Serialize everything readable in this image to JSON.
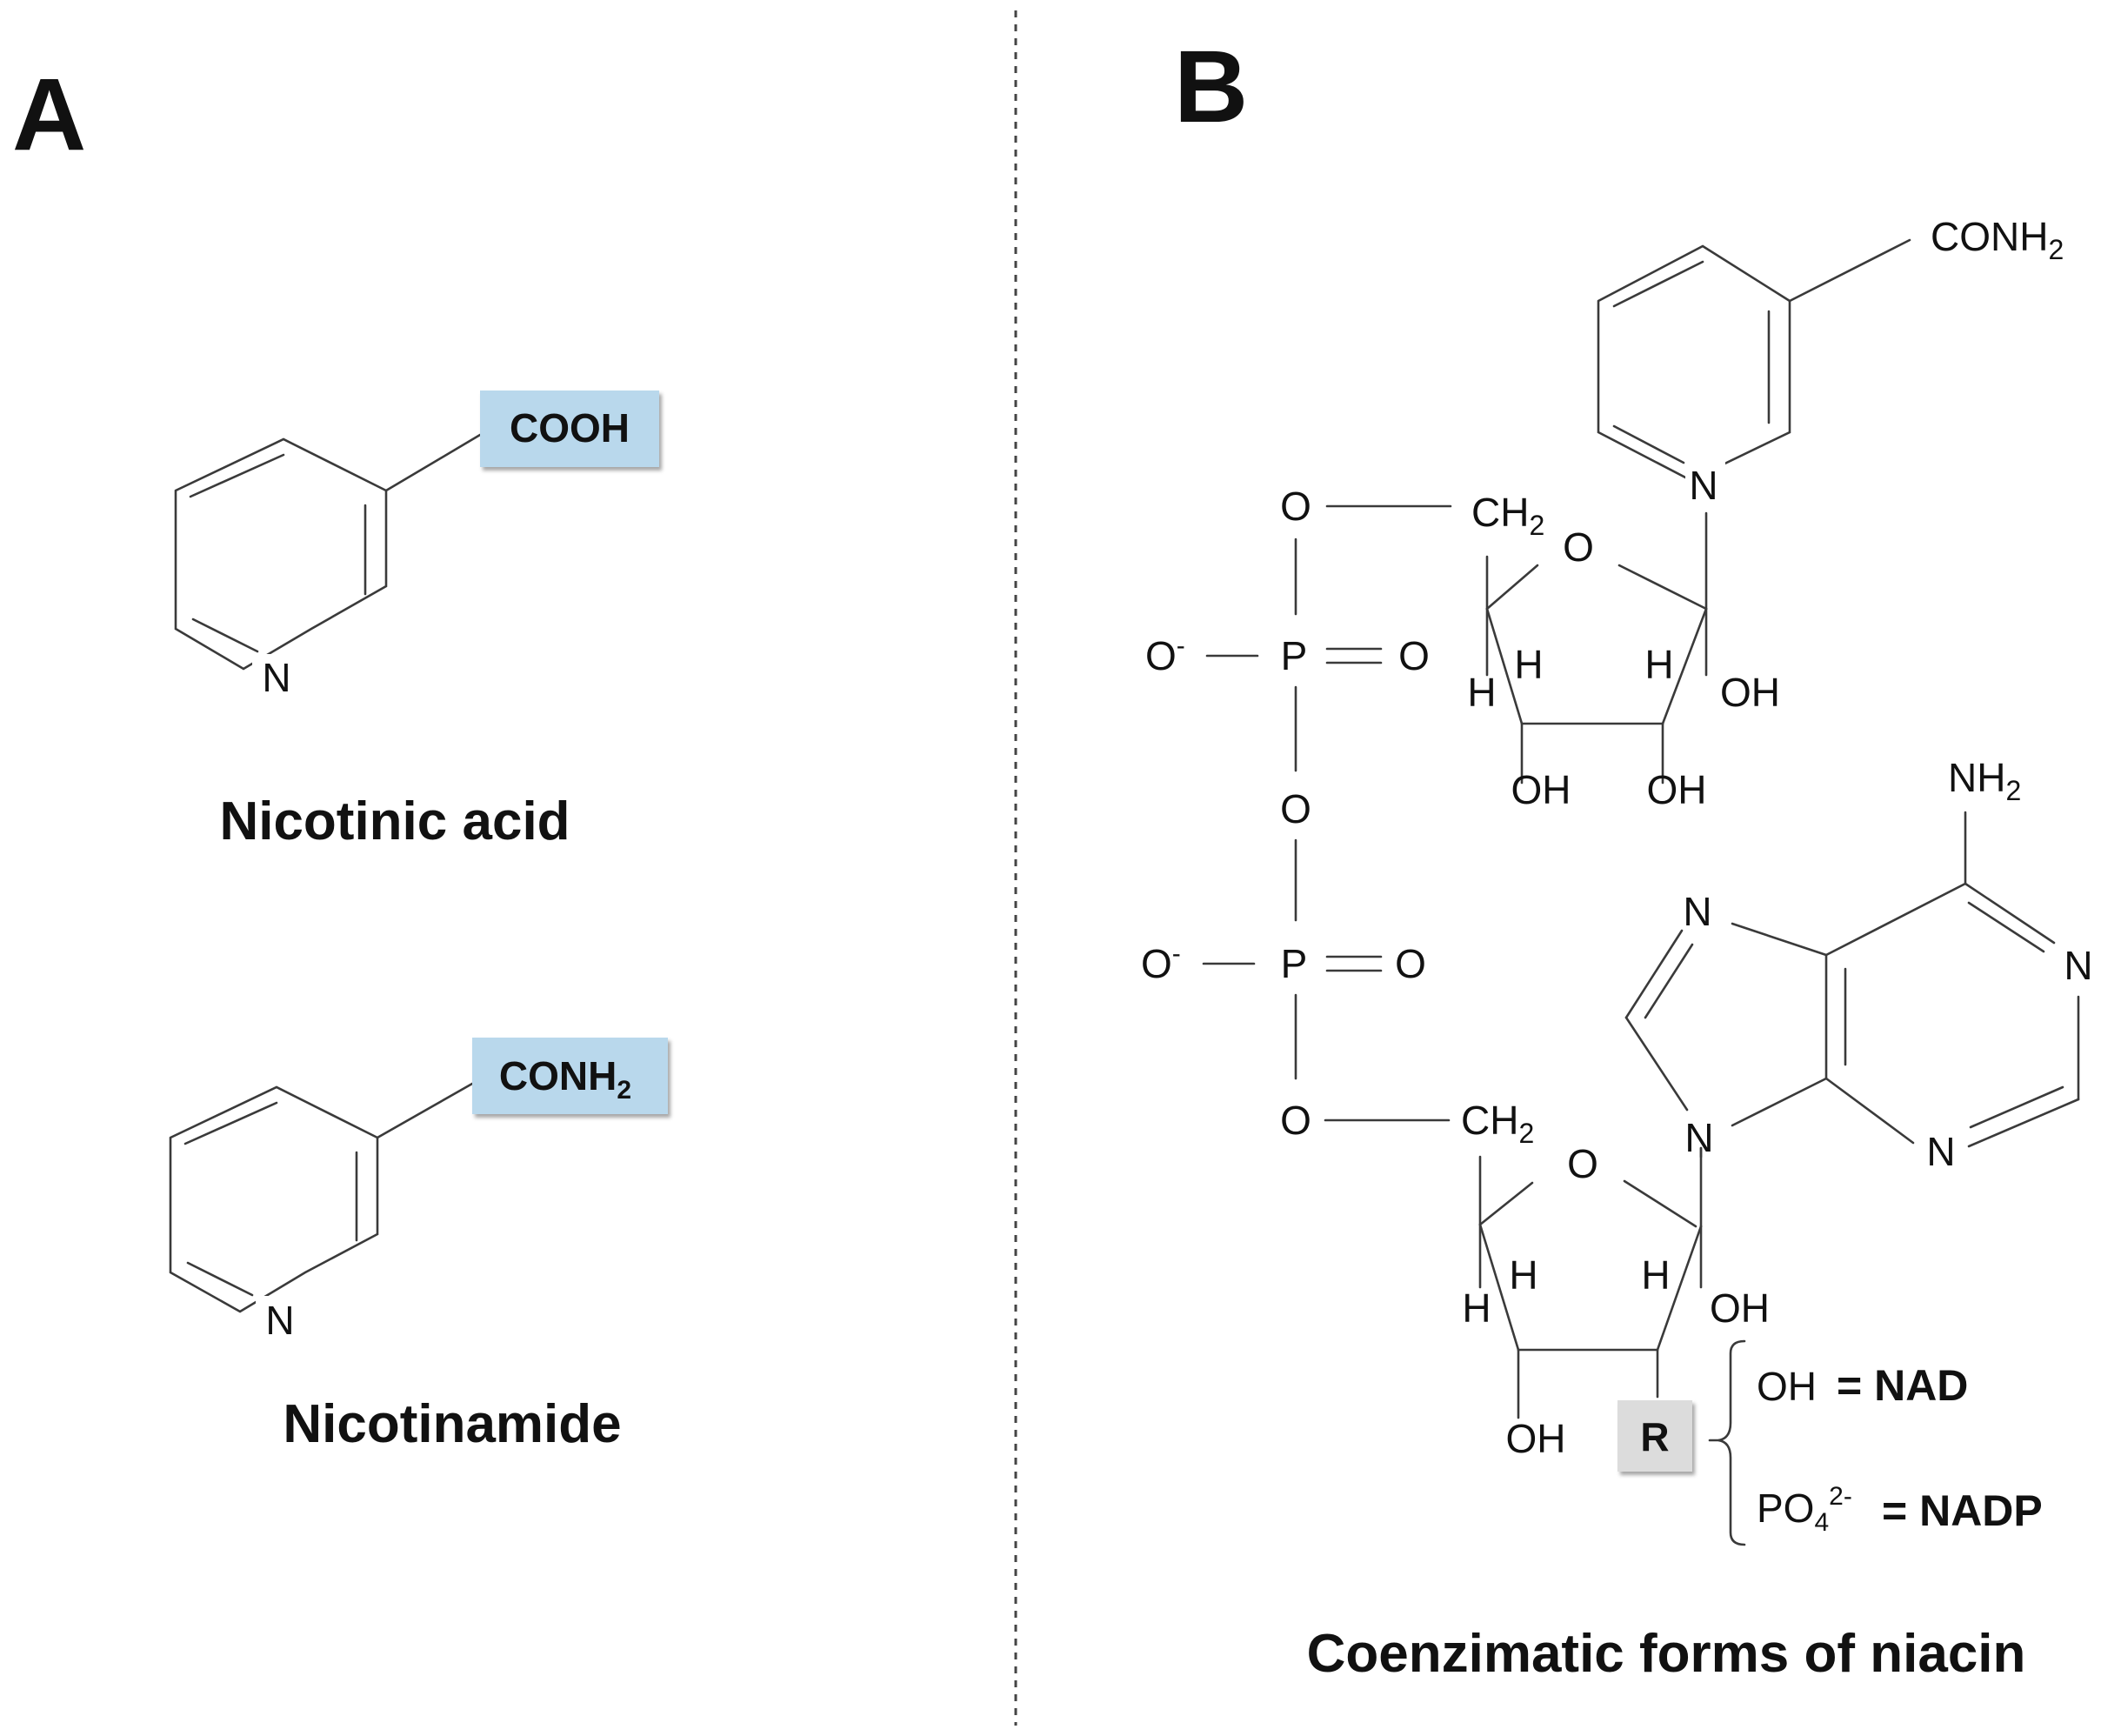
{
  "panels": {
    "a": {
      "letter": "A",
      "molecules": [
        {
          "name": "Nicotinic acid",
          "substituent": "COOH",
          "ring_atom": "N"
        },
        {
          "name": "Nicotinamide",
          "substituent_main": "CONH",
          "substituent_sub": "2",
          "ring_atom": "N"
        }
      ]
    },
    "b": {
      "letter": "B",
      "caption": "Coenzimatic forms of niacin",
      "atoms": {
        "conh": "CONH",
        "conh_sub": "2",
        "nh": "NH",
        "nh_sub": "2",
        "ch": "CH",
        "ch_sub": "2",
        "n": "N",
        "o": "O",
        "p": "P",
        "h": "H",
        "oh": "OH",
        "o_minus": "O",
        "minus": "-"
      },
      "r_label": "R",
      "variants": [
        {
          "group": "OH",
          "equals": "= NAD"
        },
        {
          "group_main": "PO",
          "group_sub": "4",
          "group_sup": "2-",
          "equals": "= NADP"
        }
      ]
    }
  },
  "colors": {
    "highlight_blue": "#b9d8ec",
    "highlight_grey": "#dcdcdc",
    "ink": "#111111",
    "bond": "#3a3a3a"
  }
}
